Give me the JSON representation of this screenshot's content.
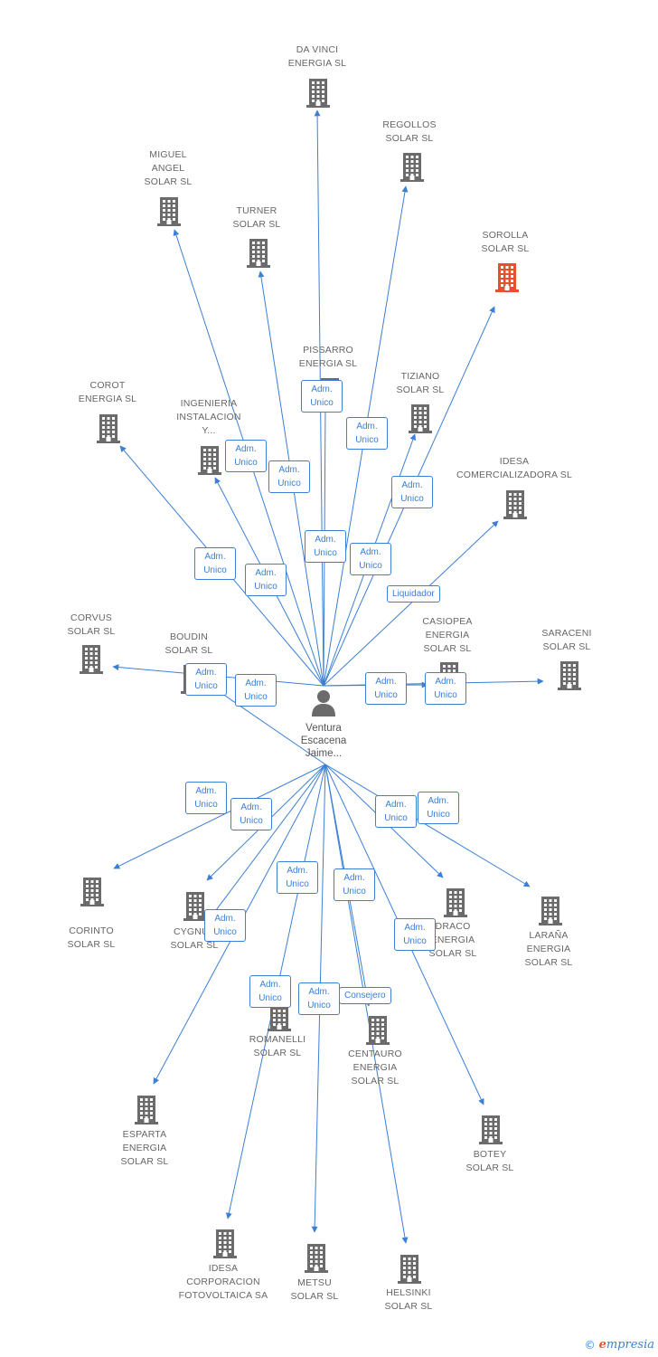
{
  "diagram": {
    "center": {
      "lines": [
        "Ventura",
        "Escacena",
        "Jaime..."
      ]
    },
    "colors": {
      "edge": "#3b7fd6",
      "building": "#6b6b6b",
      "highlight": "#e8502b",
      "label": "#666666"
    },
    "nodes": [
      {
        "id": "da-vinci",
        "lines": [
          "DA VINCI",
          "ENERGIA SL"
        ],
        "edge": "Adm. Unico",
        "icon": "building-icon"
      },
      {
        "id": "regollos",
        "lines": [
          "REGOLLOS",
          "SOLAR SL"
        ],
        "edge": "Adm. Unico",
        "icon": "building-icon"
      },
      {
        "id": "miguel-angel",
        "lines": [
          "MIGUEL",
          "ANGEL",
          "SOLAR SL"
        ],
        "edge": "Adm. Unico",
        "icon": "building-icon"
      },
      {
        "id": "turner",
        "lines": [
          "TURNER",
          "SOLAR SL"
        ],
        "edge": "Adm. Unico",
        "icon": "building-icon"
      },
      {
        "id": "sorolla",
        "lines": [
          "SOROLLA",
          "SOLAR SL"
        ],
        "edge": "Adm. Unico",
        "icon": "building-icon",
        "highlight": true
      },
      {
        "id": "pissarro",
        "lines": [
          "PISSARRO",
          "ENERGIA SL"
        ],
        "edge": "Adm. Unico",
        "icon": "building-icon"
      },
      {
        "id": "tiziano",
        "lines": [
          "TIZIANO",
          "SOLAR SL"
        ],
        "edge": "Adm. Unico",
        "icon": "building-icon"
      },
      {
        "id": "corot",
        "lines": [
          "COROT",
          "ENERGIA SL"
        ],
        "edge": "Adm. Unico",
        "icon": "building-icon"
      },
      {
        "id": "ingenieria",
        "lines": [
          "INGENIERIA",
          "INSTALACION",
          "Y..."
        ],
        "edge": "Adm. Unico",
        "icon": "building-icon"
      },
      {
        "id": "idesa-comercializadora",
        "lines": [
          "IDESA",
          "COMERCIALIZADORA SL"
        ],
        "edge": "Liquidador",
        "icon": "building-icon"
      },
      {
        "id": "corvus",
        "lines": [
          "CORVUS",
          "SOLAR SL"
        ],
        "edge": "Adm. Unico",
        "icon": "building-icon"
      },
      {
        "id": "boudin",
        "lines": [
          "BOUDIN",
          "SOLAR SL"
        ],
        "edge": "Adm. Unico",
        "icon": "building-icon"
      },
      {
        "id": "casiopea",
        "lines": [
          "CASIOPEA",
          "ENERGIA",
          "SOLAR SL"
        ],
        "edge": "Adm. Unico",
        "icon": "building-icon"
      },
      {
        "id": "saraceni",
        "lines": [
          "SARACENI",
          "SOLAR SL"
        ],
        "edge": "Adm. Unico",
        "icon": "building-icon"
      },
      {
        "id": "corinto",
        "lines": [
          "CORINTO",
          "SOLAR SL"
        ],
        "edge": "Adm. Unico",
        "icon": "building-icon"
      },
      {
        "id": "cygnus",
        "lines": [
          "CYGNUS",
          "SOLAR SL"
        ],
        "edge": "Adm. Unico",
        "icon": "building-icon"
      },
      {
        "id": "draco",
        "lines": [
          "DRACO",
          "ENERGIA",
          "SOLAR SL"
        ],
        "edge": "Adm. Unico",
        "icon": "building-icon"
      },
      {
        "id": "larana",
        "lines": [
          "LARAÑA",
          "ENERGIA",
          "SOLAR SL"
        ],
        "edge": "Adm. Unico",
        "icon": "building-icon"
      },
      {
        "id": "romanelli",
        "lines": [
          "ROMANELLI",
          "SOLAR SL"
        ],
        "edge": "Adm. Unico",
        "icon": "building-icon"
      },
      {
        "id": "centauro",
        "lines": [
          "CENTAURO",
          "ENERGIA",
          "SOLAR SL"
        ],
        "edge": "Adm. Unico",
        "icon": "building-icon"
      },
      {
        "id": "esparta",
        "lines": [
          "ESPARTA",
          "ENERGIA",
          "SOLAR SL"
        ],
        "edge": "Adm. Unico",
        "icon": "building-icon"
      },
      {
        "id": "botey",
        "lines": [
          "BOTEY",
          "SOLAR SL"
        ],
        "edge": "Adm. Unico",
        "icon": "building-icon"
      },
      {
        "id": "idesa-corporacion",
        "lines": [
          "IDESA",
          "CORPORACION",
          "FOTOVOLTAICA SA"
        ],
        "edge": "Adm. Unico",
        "icon": "building-icon"
      },
      {
        "id": "metsu",
        "lines": [
          "METSU",
          "SOLAR SL"
        ],
        "edge": "Adm. Unico",
        "icon": "building-icon"
      },
      {
        "id": "helsinki",
        "lines": [
          "HELSINKI",
          "SOLAR SL"
        ],
        "edge": "Consejero",
        "icon": "building-icon"
      }
    ]
  },
  "brand": {
    "copyright_symbol": "©",
    "name_initial": "e",
    "name_rest": "mpresia"
  }
}
